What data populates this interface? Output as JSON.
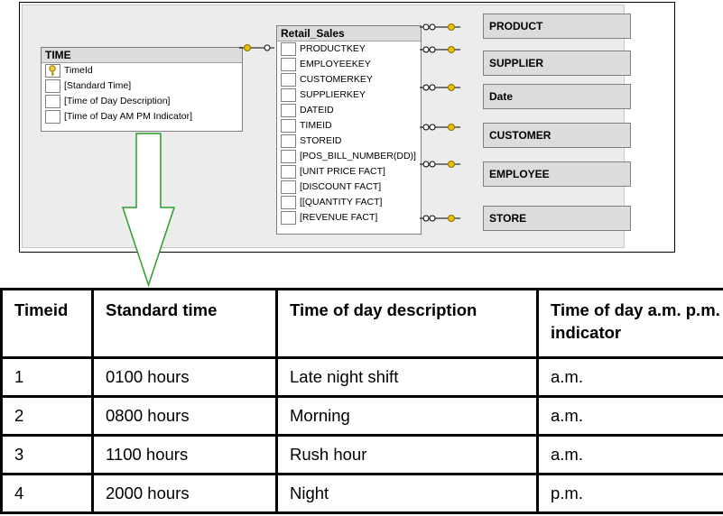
{
  "diagram": {
    "time_entity": {
      "title": "TIME",
      "attributes": [
        {
          "name": "TimeId",
          "primary_key": true
        },
        {
          "name": "[Standard Time]",
          "primary_key": false
        },
        {
          "name": "[Time of Day Description]",
          "primary_key": false
        },
        {
          "name": "[Time of Day AM PM Indicator]",
          "primary_key": false
        }
      ]
    },
    "fact_entity": {
      "title": "Retail_Sales",
      "attributes": [
        "PRODUCTKEY",
        "EMPLOYEEKEY",
        "CUSTOMERKEY",
        "SUPPLIERKEY",
        "DATEID",
        "TIMEID",
        "STOREID",
        "[POS_BILL_NUMBER(DD)]",
        "[UNIT PRICE FACT]",
        "[DISCOUNT FACT]",
        "[[QUANTITY FACT]",
        "[REVENUE FACT]"
      ]
    },
    "dimensions": [
      "PRODUCT",
      "SUPPLIER",
      "Date",
      "CUSTOMER",
      "EMPLOYEE",
      "STORE"
    ],
    "colors": {
      "key": "#e8c000",
      "arrow": "#2a9d2a",
      "panel": "#ececec",
      "header": "#dcdcdc"
    },
    "icons": {
      "primary_key": "key-icon",
      "relationship_end": "key-icon"
    }
  },
  "table": {
    "headers": [
      "Timeid",
      "Standard time",
      "Time of day description",
      "Time of day a.m. p.m. indicator"
    ],
    "rows": [
      [
        "1",
        "0100 hours",
        "Late night shift",
        "a.m."
      ],
      [
        "2",
        "0800 hours",
        "Morning",
        "a.m."
      ],
      [
        "3",
        "1100 hours",
        "Rush hour",
        "a.m."
      ],
      [
        "4",
        "2000 hours",
        "Night",
        "p.m."
      ]
    ]
  }
}
